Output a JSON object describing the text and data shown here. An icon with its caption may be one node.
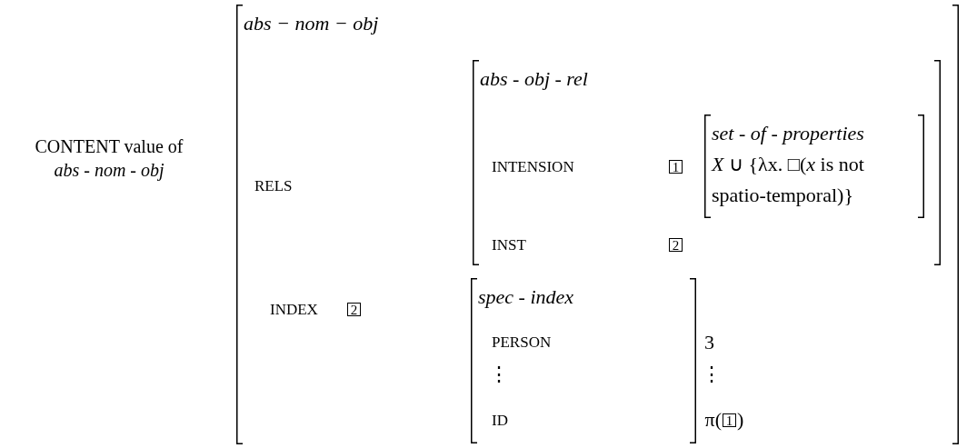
{
  "diagram": {
    "nodes": [
      {
        "text": [
          "abs − nom − obj"
        ]
      },
      {
        "text": [
          "abs - obj - rel"
        ],
        "in": 0
      },
      {
        "text": [
          "1"
        ],
        "in": 1
      },
      {
        "text": [
          "set - of - properties",
          "*X* ∪ {λx. □(*x* is not spatio-temporal)}"
        ],
        "in": 1
      },
      {
        "text": [
          "2"
        ],
        "in": 1
      },
      {
        "text": [
          "2"
        ],
        "in": 0
      },
      {
        "text": [
          "spec - index"
        ],
        "in": 0
      },
      {
        "text": [
          "1"
        ],
        "in": 0,
        "beside": [
          "π(",
          ")"
        ]
      }
    ],
    "labels": [
      "CONTENT value of *abs - nom - obj*",
      "RELS",
      "INTENSION",
      "INST",
      "INDEX",
      "PERSON",
      "3",
      "⋮",
      "⋮",
      "ID"
    ]
  }
}
